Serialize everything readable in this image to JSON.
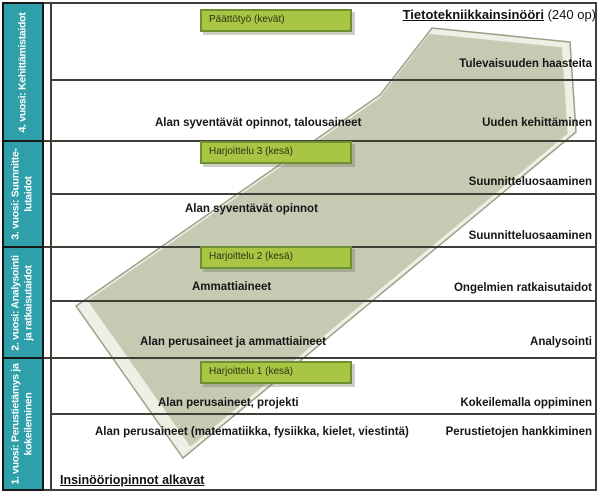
{
  "header": {
    "degree": "Tietotekniikkainsinööri",
    "credits": "(240 op)"
  },
  "sidebar": {
    "years": [
      {
        "lines": [
          "4. vuosi: Kehittämistaidot"
        ]
      },
      {
        "lines": [
          "3. vuosi: Suunnitte-",
          "lutaidot"
        ]
      },
      {
        "lines": [
          "2. vuosi: Analysointi",
          "ja ratkaisutaidot"
        ]
      },
      {
        "lines": [
          "1. vuosi: Perustietämys ja",
          "kokeileminen"
        ]
      }
    ]
  },
  "milestones": [
    "Päättötyö (kevät)",
    "Harjoittelu 3 (kesä)",
    "Harjoittelu 2 (kesä)",
    "Harjoittelu 1 (kesä)"
  ],
  "courses": [
    "Alan syventävät opinnot, talousaineet",
    "Alan syventävät opinnot",
    "Ammattiaineet",
    "Alan perusaineet ja ammattiaineet",
    "Alan perusaineet, projekti",
    "Alan perusaineet (matematiikka, fysiikka, kielet, viestintä)"
  ],
  "skills": [
    "Tulevaisuuden haasteita",
    "Uuden kehittäminen",
    "Suunnitteluosaaminen",
    "Suunnitteluosaaminen",
    "Ongelmien ratkaisutaidot",
    "Analysointi",
    "Kokeilemalla oppiminen",
    "Perustietojen hankkiminen"
  ],
  "footer": {
    "start": "Insinööriopinnot alkavat"
  },
  "colors": {
    "sidebar_teal": "#2f9faa",
    "milestone_green": "#a9c544",
    "milestone_border": "#6f8f33",
    "arrow_fill": "#c5cab3",
    "arrow_bevel": "#eef0e5",
    "grid_line": "#3f3f38"
  }
}
